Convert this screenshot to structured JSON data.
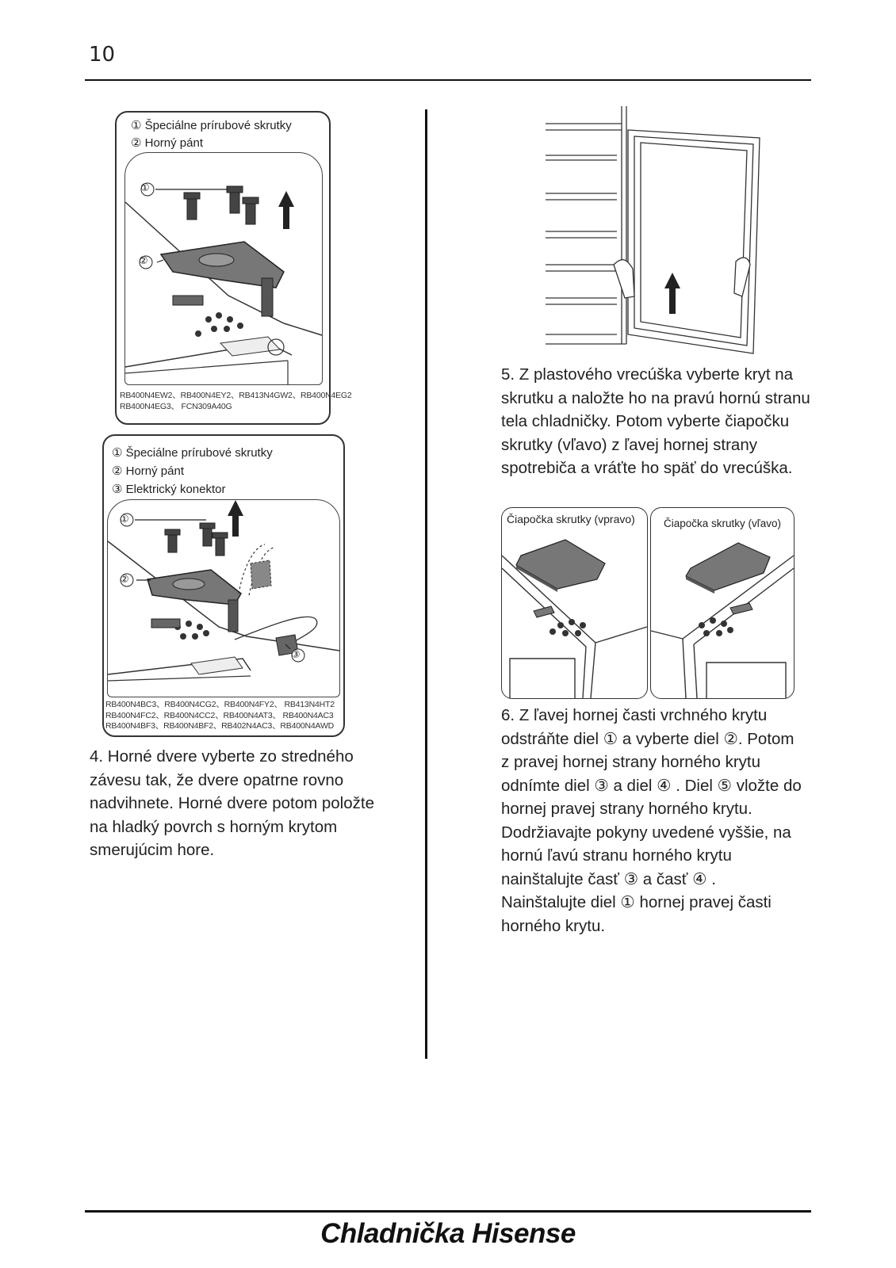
{
  "page_number": "10",
  "figure1": {
    "legend": [
      "① Špeciálne prírubové skrutky",
      "② Horný pánt"
    ],
    "callout_1": "①",
    "callout_2": "②",
    "models": [
      "RB400N4EW2、RB400N4EY2、RB413N4GW2、RB400N4EG2",
      "RB400N4EG3、 FCN309A40G"
    ]
  },
  "figure2": {
    "legend": [
      "① Špeciálne prírubové skrutky",
      "② Horný pánt",
      "③ Elektrický konektor"
    ],
    "callout_1": "①",
    "callout_2": "②",
    "callout_3": "③",
    "models": [
      "RB400N4BC3、RB400N4CG2、RB400N4FY2、 RB413N4HT2",
      "RB400N4FC2、RB400N4CC2、RB400N4AT3、 RB400N4AC3",
      "RB400N4BF3、RB400N4BF2、RB402N4AC3、RB400N4AWD"
    ]
  },
  "step4": {
    "text": "4. Horné dvere vyberte zo stredného závesu tak, že dvere opatrne rovno nadvihnete. Horné dvere potom položte na hladký povrch s horným krytom smerujúcim hore."
  },
  "step5": {
    "text": "5. Z plastového vrecúška vyberte kryt na skrutku a naložte ho na pravú hornú stranu tela chladničky. Potom vyberte čiapočku skrutky (vľavo) z ľavej hornej strany spotrebiča a vráťte ho späť do vrecúška."
  },
  "cap_figures": {
    "right_label": "Čiapočka skrutky (vpravo)",
    "left_label": "Čiapočka skrutky (vľavo)"
  },
  "step6": {
    "text": "6. Z ľavej hornej časti vrchného krytu odstráňte diel ① a vyberte diel ②. Potom z pravej hornej strany horného krytu odnímte diel ③ a diel ④ . Diel ⑤ vložte do hornej pravej strany horného krytu. Dodržiavajte pokyny uvedené vyššie, na hornú ľavú stranu horného krytu nainštalujte časť ③ a časť ④ . Nainštalujte diel ① hornej pravej časti horného krytu."
  },
  "footer": {
    "brand": "Chladnička Hisense"
  }
}
